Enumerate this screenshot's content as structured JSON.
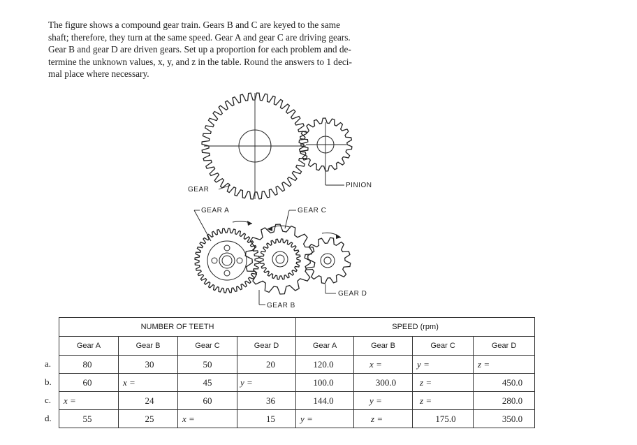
{
  "intro": {
    "lines": [
      "The figure shows a compound gear train. Gears B and C are keyed to the same",
      "shaft; therefore, they turn at the same speed. Gear A and gear C are driving gears.",
      "Gear B and gear D are driven gears. Set up a proportion for each problem and de-",
      "termine the unknown values, x, y, and z in the table. Round the answers to 1 deci-",
      "mal place where necessary."
    ]
  },
  "figure": {
    "top_labels": {
      "gear": "GEAR",
      "pinion": "PINION"
    },
    "bottom_labels": {
      "gear_a": "GEAR A",
      "gear_c": "GEAR C",
      "gear_d": "GEAR D",
      "gear_b": "GEAR B"
    }
  },
  "table": {
    "group_headers": {
      "teeth": "NUMBER OF TEETH",
      "speed": "SPEED (rpm)"
    },
    "columns": [
      "Gear A",
      "Gear B",
      "Gear C",
      "Gear D",
      "Gear A",
      "Gear B",
      "Gear C",
      "Gear D"
    ],
    "rows": [
      {
        "letter": "a.",
        "cells": [
          {
            "value": "80"
          },
          {
            "value": "30"
          },
          {
            "value": "50"
          },
          {
            "value": "20"
          },
          {
            "value": "120.0"
          },
          {
            "label": "x ="
          },
          {
            "label": "y ="
          },
          {
            "label": "z ="
          }
        ]
      },
      {
        "letter": "b.",
        "cells": [
          {
            "value": "60"
          },
          {
            "label": "x ="
          },
          {
            "value": "45"
          },
          {
            "label": "y ="
          },
          {
            "value": "100.0"
          },
          {
            "value": "300.0"
          },
          {
            "label": "z ="
          },
          {
            "value": "450.0"
          }
        ]
      },
      {
        "letter": "c.",
        "cells": [
          {
            "label": "x ="
          },
          {
            "value": "24"
          },
          {
            "value": "60"
          },
          {
            "value": "36"
          },
          {
            "value": "144.0"
          },
          {
            "label": "y ="
          },
          {
            "label": "z ="
          },
          {
            "value": "280.0"
          }
        ]
      },
      {
        "letter": "d.",
        "cells": [
          {
            "value": "55"
          },
          {
            "value": "25"
          },
          {
            "label": "x ="
          },
          {
            "value": "15"
          },
          {
            "label": "y ="
          },
          {
            "label": "z ="
          },
          {
            "value": "175.0"
          },
          {
            "value": "350.0"
          }
        ]
      }
    ]
  }
}
